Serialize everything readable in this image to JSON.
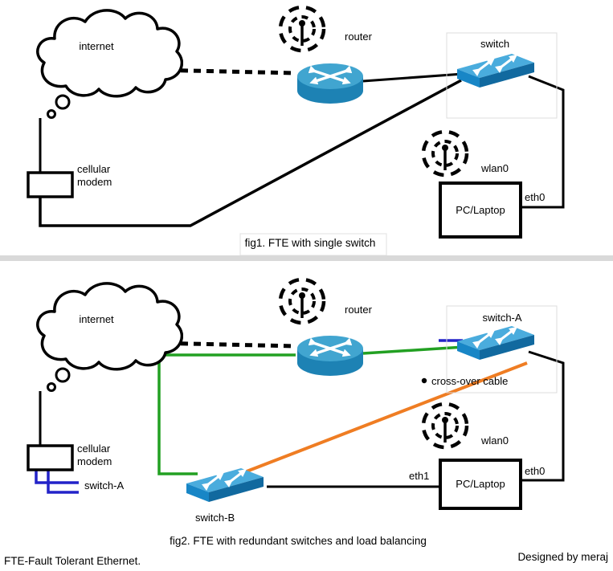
{
  "colors": {
    "diagram_line": "#000000",
    "green_cable": "#22a022",
    "orange_cable": "#ef7d23",
    "blue_cable": "#2323c8",
    "blue_label": "#3a3ac8",
    "router_top": "#41a5d0",
    "router_body": "#1d82b4",
    "switch_top": "#4aacdd",
    "switch_front": "#1886c6",
    "switch_side": "#11699f",
    "separator": "#d9d9d9"
  },
  "fig1": {
    "caption": "fig1. FTE with single switch",
    "labels": {
      "internet": "internet",
      "router": "router",
      "switch": "switch",
      "modem_line1": "cellular",
      "modem_line2": "modem",
      "wlan0": "wlan0",
      "pc": "PC/Laptop",
      "eth0": "eth0"
    }
  },
  "fig2": {
    "caption": "fig2.  FTE with redundant switches and load balancing",
    "labels": {
      "internet": "internet",
      "router": "router",
      "switch_a": "switch-A",
      "crossover": "cross-over cable",
      "wlan0": "wlan0",
      "pc": "PC/Laptop",
      "eth0": "eth0",
      "eth1": "eth1",
      "modem_line1": "cellular",
      "modem_line2": "modem",
      "modem_cable_label": "switch-A",
      "switch_b": "switch-B"
    }
  },
  "footer": {
    "left": "FTE-Fault Tolerant Ethernet.",
    "right": "Designed by meraj"
  }
}
